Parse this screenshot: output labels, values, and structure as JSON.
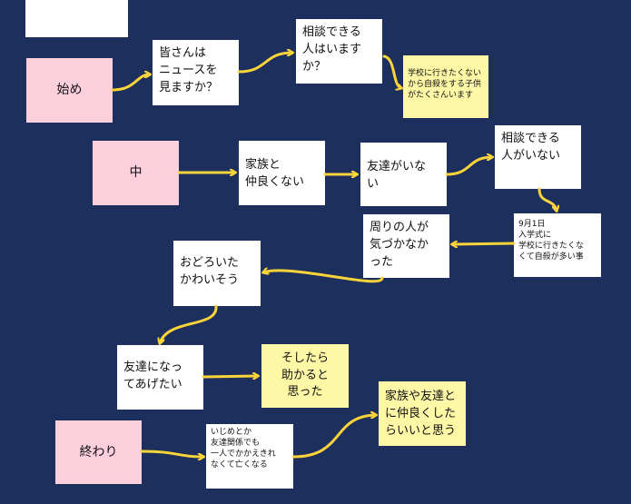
{
  "notes": {
    "start": "始め",
    "q_news": "皆さんは\nニュースを\n見ますか？",
    "q_consult": "相談できる\n人はいます\nか？",
    "memo_school": "学校に行きたくない\nから自殺をする子供\nがたくさんいます",
    "middle": "中",
    "family": "家族と\n仲良くない",
    "no_friends": "友達がいな\nい",
    "no_consult": "相談できる\n人がいない",
    "sept1": "9月1日\n入学式に\n学校に行きたくな\nくて自殺が多い事",
    "unnoticed": "周りの人が\n気づかなか\nった",
    "surprised": "おどろいた\nかわいそう",
    "befriend": "友達になっ\nてあげたい",
    "helped": "そしたら\n助かると\n思った",
    "end": "終わり",
    "bullying": "いじめとか\n友達関係でも\n一人でかかえきれ\nなくて亡くなる",
    "conclusion": "家族や友達と\nに仲良くした\nらいいと思う"
  },
  "colors": {
    "background": "#1d2f5c",
    "arrow": "#fbd43a",
    "pink": "#fccfdd",
    "yellow": "#fdf7a6",
    "white": "#ffffff"
  }
}
